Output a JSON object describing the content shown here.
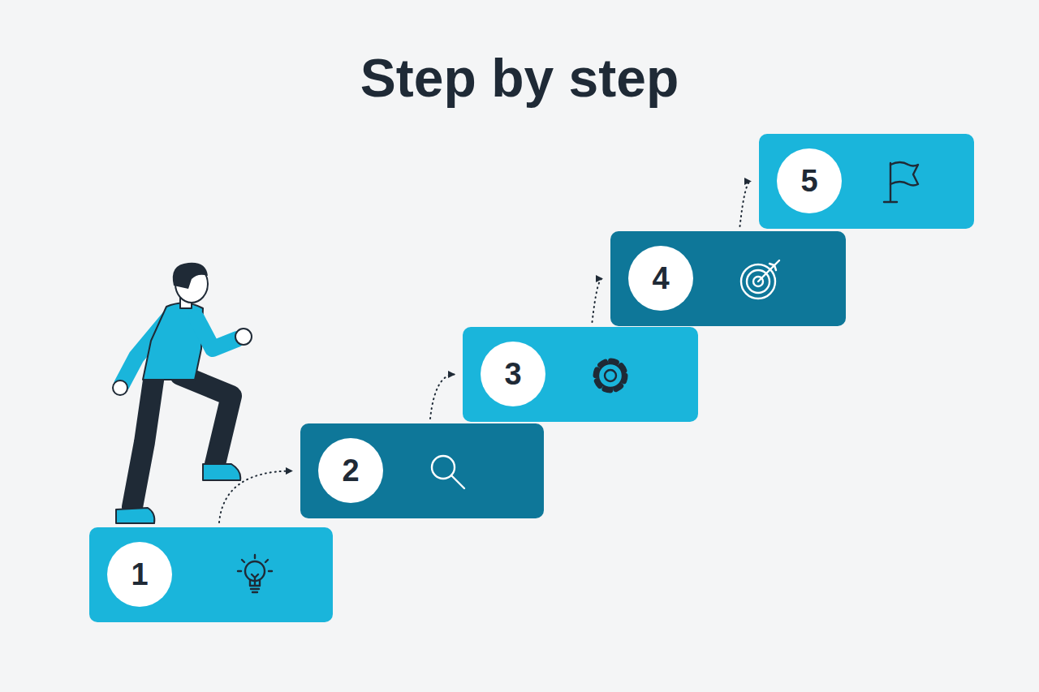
{
  "diagram": {
    "title": "Step by step",
    "nodes": [
      {
        "text": [
          "1"
        ]
      },
      {
        "text": [
          "2"
        ]
      },
      {
        "text": [
          "3"
        ]
      },
      {
        "text": [
          "4"
        ]
      },
      {
        "text": [
          "5"
        ]
      }
    ],
    "edges": [
      {
        "from": 0,
        "to": 1,
        "arrow": "to"
      },
      {
        "from": 1,
        "to": 2,
        "arrow": "to"
      },
      {
        "from": 2,
        "to": 3,
        "arrow": "to"
      },
      {
        "from": 3,
        "to": 4,
        "arrow": "to"
      }
    ]
  }
}
